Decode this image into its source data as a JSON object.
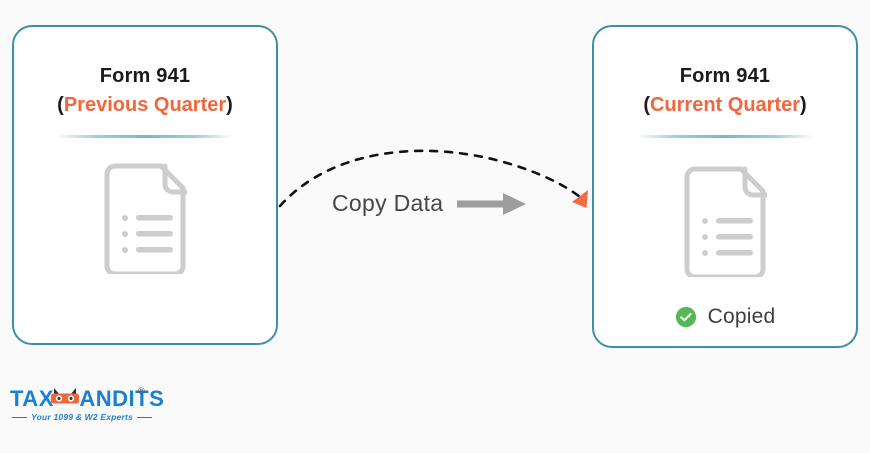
{
  "background_color": "#fafafa",
  "cards": [
    {
      "id": "previous",
      "title": "Form 941",
      "subtitle_open": "(",
      "subtitle_accent": "Previous Quarter",
      "subtitle_close": ")",
      "accent_color": "#f2663c",
      "border_color": "#3d90a8",
      "doc_icon": "document-lines-icon",
      "has_status": false
    },
    {
      "id": "current",
      "title": "Form 941",
      "subtitle_open": "(",
      "subtitle_accent": "Current Quarter",
      "subtitle_close": ")",
      "accent_color": "#f2663c",
      "border_color": "#3d90a8",
      "doc_icon": "document-lines-icon",
      "has_status": true,
      "status_label": "Copied",
      "status_icon": "green-check-circle-icon",
      "status_color": "#55b855"
    }
  ],
  "connector": {
    "label": "Copy Data",
    "label_color": "#474747",
    "arrow_icon": "right-arrow-icon",
    "arrow_color": "#9d9d9d",
    "dashed_curve_color": "#111111",
    "arrowhead_icon": "triangle-arrowhead-icon",
    "arrowhead_color": "#ef6b45"
  },
  "logo": {
    "word_start": "TAX",
    "word_end": "ANDITS",
    "mask_icon": "bandit-mask-icon",
    "registered_mark": "®",
    "tagline": "Your 1099 & W2 Experts",
    "brand_color": "#1b7fd4",
    "mask_color": "#f2663c"
  }
}
